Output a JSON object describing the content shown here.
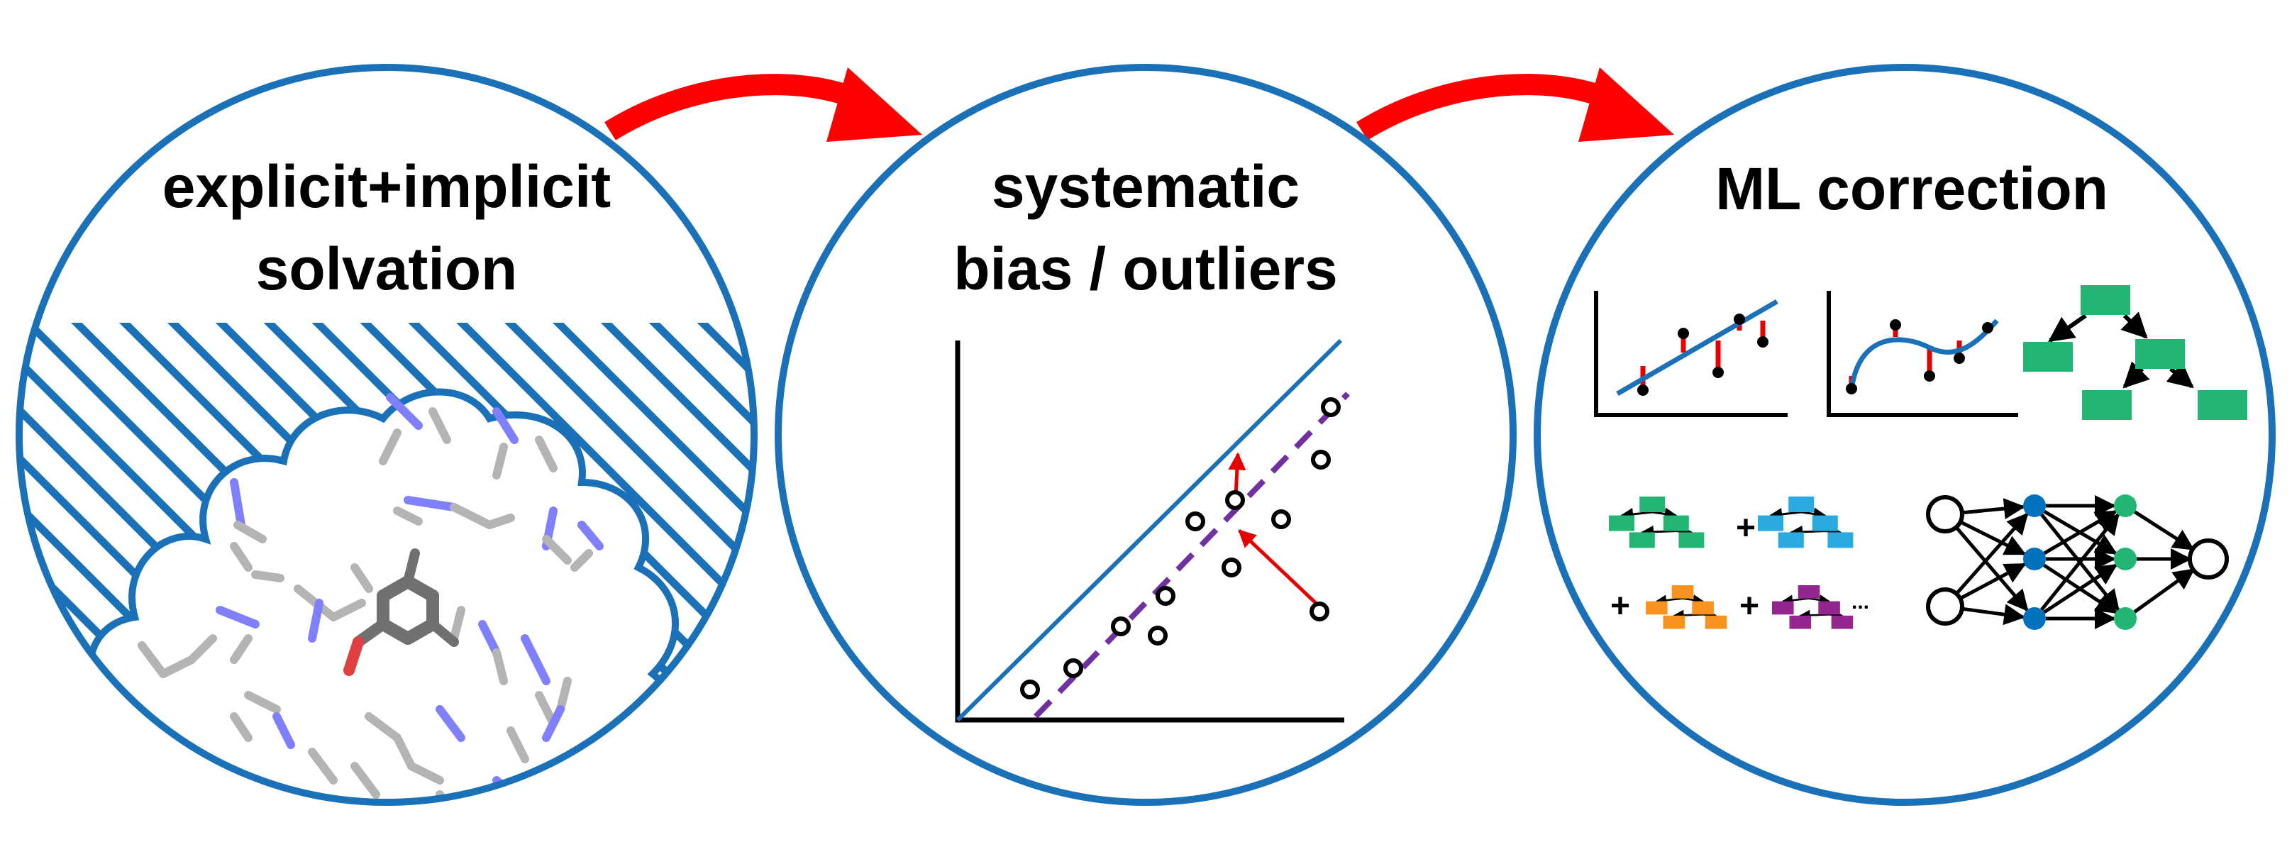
{
  "colors": {
    "circle_stroke": "#1a71b8",
    "flow_arrow": "#ff0000",
    "hatch": "#1a71b8",
    "ideal_line": "#1a71b8",
    "fit_line": "#7030a0",
    "residual": "#e60000",
    "tree_green": "#22b573",
    "tree_blue": "#29abe2",
    "tree_orange": "#f7931e",
    "tree_purple": "#93278f",
    "nn_blue": "#0071bc",
    "nn_green": "#22b573",
    "atom_nitrogen": "#8080ff",
    "atom_carbon": "#b4b4b4",
    "atom_oxygen": "#e04040"
  },
  "panels": [
    {
      "title_lines": [
        "explicit+implicit",
        "solvation"
      ]
    },
    {
      "title_lines": [
        "systematic",
        "bias / outliers"
      ]
    },
    {
      "title_lines": [
        "ML correction"
      ]
    }
  ],
  "icons": {
    "flow_arrow_1": "curved-arrow-icon",
    "flow_arrow_2": "curved-arrow-icon",
    "linear_regression": "linear-regression-icon",
    "nonlinear_regression": "curve-fit-icon",
    "decision_tree": "decision-tree-icon",
    "boosted_ensemble": "tree-ensemble-icon",
    "neural_network": "neural-network-icon"
  },
  "ensemble_operators": [
    "+",
    "+",
    "+",
    "..."
  ]
}
